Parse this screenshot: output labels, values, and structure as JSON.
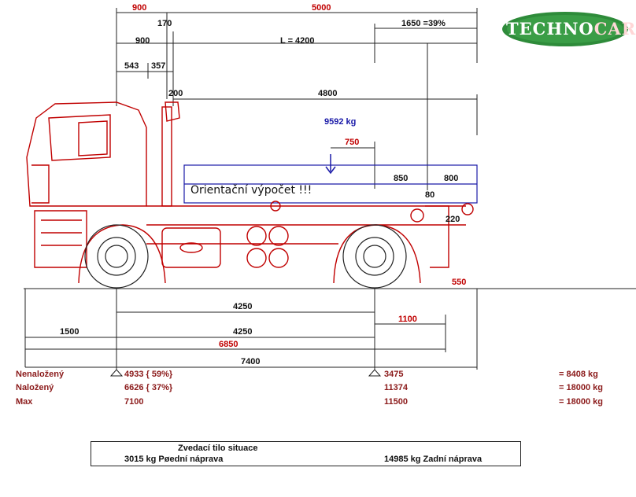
{
  "brand": {
    "name_part1": "TECHNO",
    "name_part2": "CAR",
    "colors": {
      "green": "#2e8b3a",
      "red": "#c00000"
    }
  },
  "top_dims": {
    "cab_overhang_red": "900",
    "wheelbase_red": "5000",
    "rear_pct": "1650 =39%",
    "d170": "170",
    "d900": "900",
    "L": "L = 4200",
    "d543": "543",
    "d357": "357",
    "d200": "200",
    "d4800": "4800",
    "payload_weight": "9592 kg",
    "d750": "750",
    "d850": "850",
    "d800": "800",
    "d80": "80",
    "d220": "220",
    "d550": "550"
  },
  "note": "Orientační výpočet !!!",
  "bottom_dims": {
    "d4250a": "4250",
    "d4250b": "4250",
    "d1500": "1500",
    "d1100": "1100",
    "d6850": "6850",
    "d7400": "7400"
  },
  "loads": [
    {
      "label": "Nenaložený",
      "front": "4933 { 59%}",
      "rear": "3475",
      "total": "=  8408 kg"
    },
    {
      "label": "Naložený",
      "front": "6626 { 37%}",
      "rear": "11374",
      "total": "=  18000 kg"
    },
    {
      "label": "Max",
      "front": "7100",
      "rear": "11500",
      "total": "=  18000 kg"
    }
  ],
  "summary": {
    "title": "Zvedací tilo situace",
    "front_axle": "3015 kg  Pøední náprava",
    "rear_axle": "14985 kg  Zadní náprava"
  }
}
